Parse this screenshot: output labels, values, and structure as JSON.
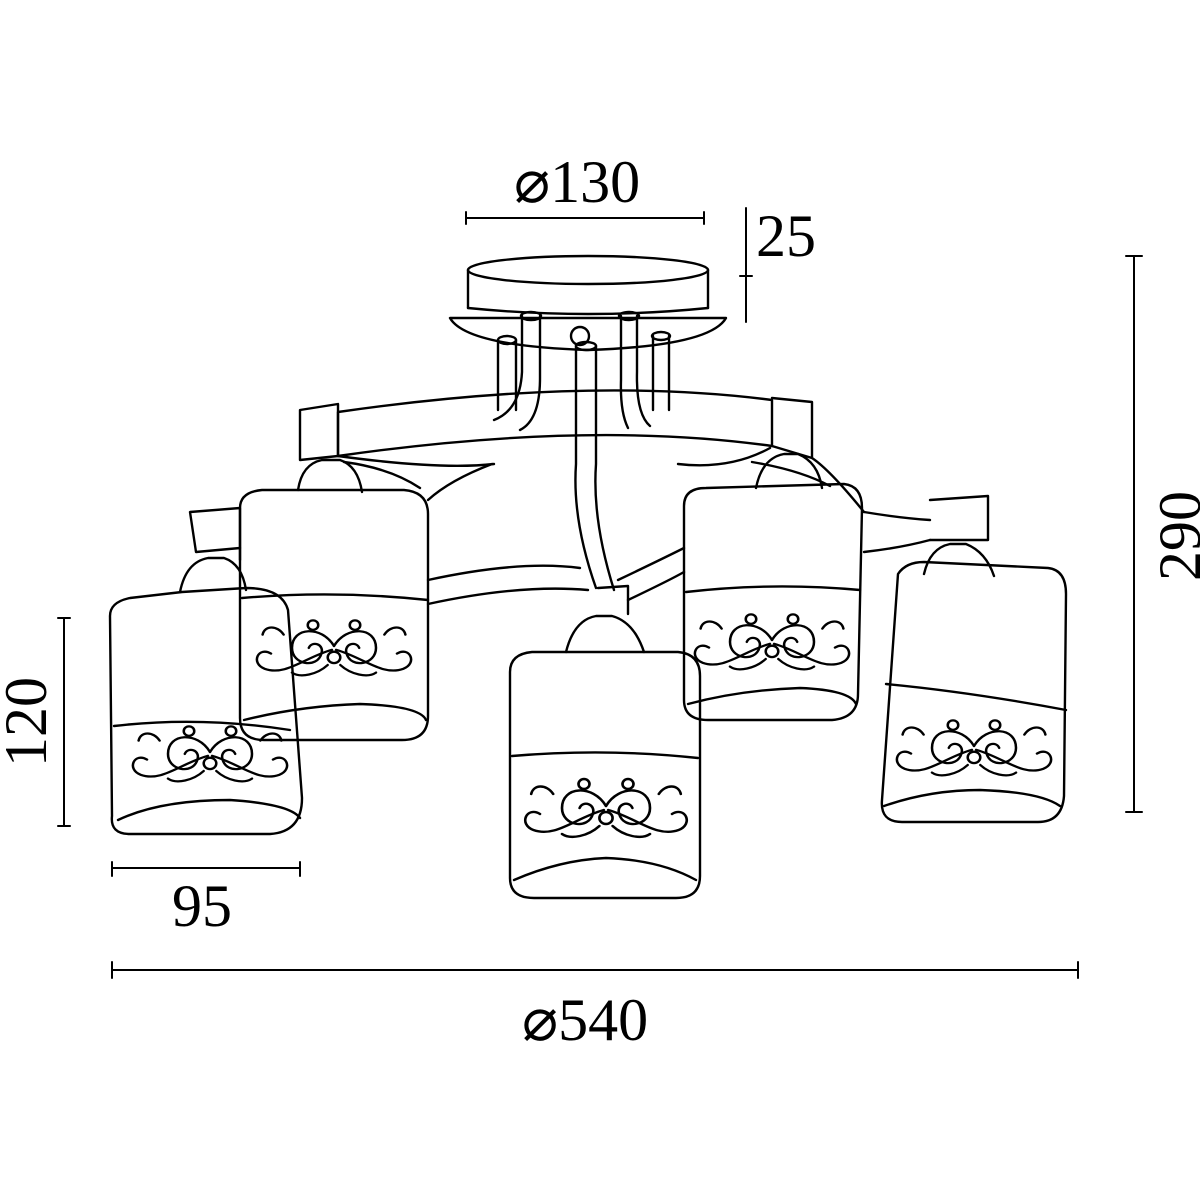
{
  "dimensions": {
    "base_diameter": "⌀130",
    "base_height": "25",
    "total_height": "290",
    "shade_height": "120",
    "shade_width": "95",
    "total_diameter": "⌀540"
  },
  "colors": {
    "line": "#000000",
    "background": "#ffffff"
  }
}
